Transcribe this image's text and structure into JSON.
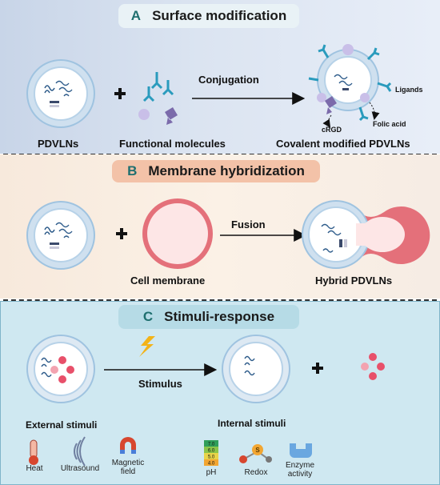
{
  "panels": {
    "a": {
      "letter": "A",
      "title": "Surface modification",
      "label_left": "PDVLNs",
      "label_mid": "Functional molecules",
      "label_right": "Covalent modified PDVLNs",
      "arrow_label": "Conjugation",
      "annotations": {
        "ligands": "Ligands",
        "crgd": "cRGD",
        "folic": "Folic acid"
      }
    },
    "b": {
      "letter": "B",
      "title": "Membrane hybridization",
      "label_mid": "Cell membrane",
      "label_right": "Hybrid PDVLNs",
      "arrow_label": "Fusion"
    },
    "c": {
      "letter": "C",
      "title": "Stimuli-response",
      "arrow_label": "Stimulus",
      "label_left": "External stimuli",
      "label_right": "Internal stimuli",
      "external": [
        {
          "icon": "thermometer-icon",
          "label": "Heat"
        },
        {
          "icon": "ultrasound-icon",
          "label": "Ultrasound"
        },
        {
          "icon": "magnet-icon",
          "label": "Magnetic field"
        }
      ],
      "internal": [
        {
          "icon": "ph-scale-icon",
          "label": "pH"
        },
        {
          "icon": "redox-icon",
          "label": "Redox"
        },
        {
          "icon": "enzyme-icon",
          "label": "Enzyme activity"
        }
      ],
      "ph_values": [
        "7.0",
        "6.0",
        "5.0",
        "4.0"
      ]
    }
  },
  "plus": "+",
  "colors": {
    "vesicle_rim": "#9fc3e0",
    "cell_membrane": "#e4707a",
    "ligand": "#2a9bbd",
    "crgd": "#7b6bab",
    "cargo_red": "#e8506a",
    "bolt": "#f3b318"
  }
}
